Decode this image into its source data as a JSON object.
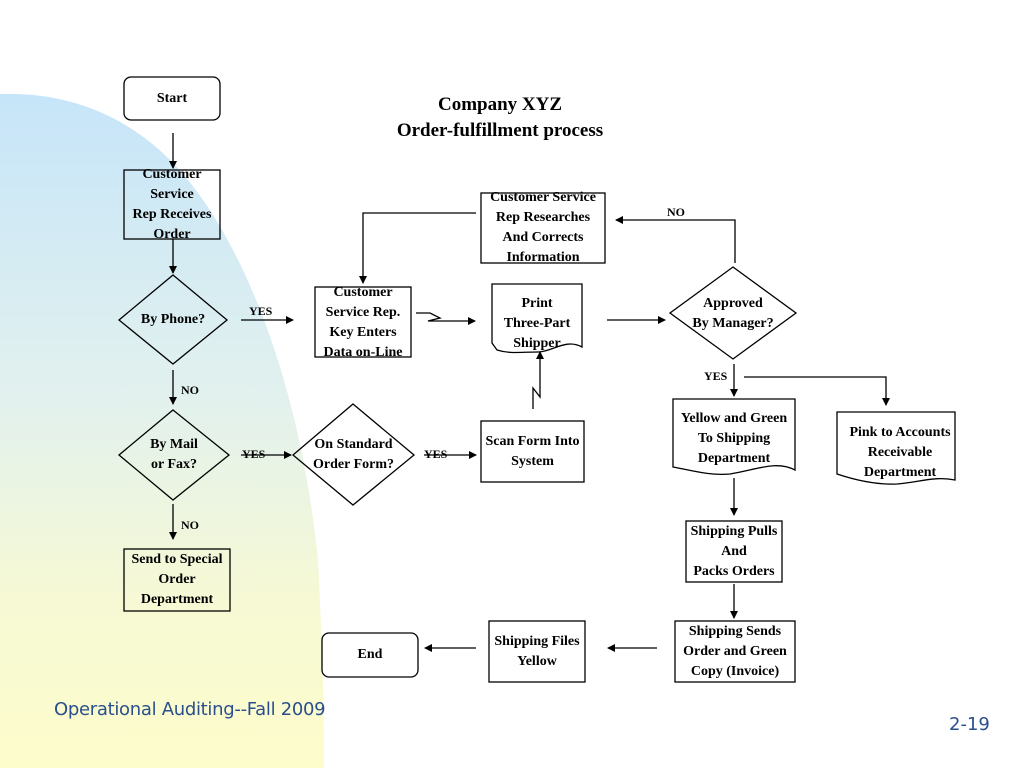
{
  "title": {
    "line1": "Company XYZ",
    "line2": "Order-fulfillment process"
  },
  "nodes": {
    "start": "Start",
    "receive": "Customer\nService\nRep Receives\nOrder",
    "by_phone": "By Phone?",
    "by_mail": "By Mail\nor Fax?",
    "special": "Send to Special\nOrder\nDepartment",
    "key_enter": "Customer\nService Rep.\nKey Enters\nData on-Line",
    "researches": "Customer Service\nRep Researches\nAnd Corrects\nInformation",
    "print": "Print\nThree-Part\nShipper",
    "approved": "Approved\nBy Manager?",
    "standard_form": "On Standard\nOrder Form?",
    "scan": "Scan Form Into\nSystem",
    "yellow_green": "Yellow and Green\nTo Shipping\nDepartment",
    "pink": "Pink to Accounts\nReceivable\nDepartment",
    "pulls": "Shipping Pulls\nAnd\nPacks Orders",
    "sends": "Shipping Sends\nOrder and Green\nCopy (Invoice)",
    "files": "Shipping Files\nYellow",
    "end": "End"
  },
  "edge_labels": {
    "phone_yes": "YES",
    "phone_no": "NO",
    "mail_yes": "YES",
    "mail_no": "NO",
    "standard_yes": "YES",
    "approved_no": "NO",
    "approved_yes": "YES"
  },
  "footer": {
    "course": "Operational Auditing--Fall 2009",
    "slide_number": "2-19"
  },
  "colors": {
    "bg_top": "#c9e6f8",
    "bg_bottom": "#fdfccb",
    "footer_text": "#2a4f8e"
  }
}
